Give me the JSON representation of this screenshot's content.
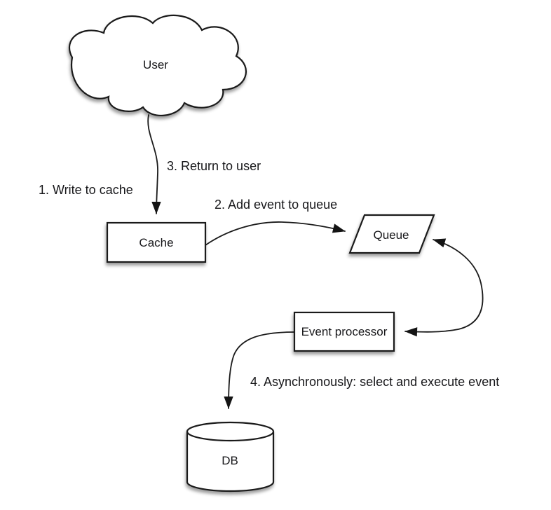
{
  "diagram": {
    "background": "#ffffff",
    "stroke_color": "#1a1a1a",
    "text_color": "#17171a",
    "fill_color": "#ffffff",
    "nodes": {
      "user": {
        "label": "User",
        "shape": "cloud"
      },
      "cache": {
        "label": "Cache",
        "shape": "rectangle"
      },
      "queue": {
        "label": "Queue",
        "shape": "parallelogram"
      },
      "event_processor": {
        "label": "Event processor",
        "shape": "rectangle"
      },
      "db": {
        "label": "DB",
        "shape": "cylinder"
      }
    },
    "edges": {
      "write_to_cache": {
        "label": "1. Write to cache",
        "from": "user",
        "to": "cache",
        "arrow": "single"
      },
      "add_event_to_queue": {
        "label": "2. Add event to queue",
        "from": "cache",
        "to": "queue",
        "arrow": "single"
      },
      "return_to_user": {
        "label": "3. Return to user",
        "from": "cache",
        "to": "user",
        "arrow": "single"
      },
      "queue_event_processor": {
        "label": "",
        "from": "queue",
        "to": "event_processor",
        "arrow": "double"
      },
      "async_select_execute": {
        "label": "4. Asynchronously: select and execute event",
        "from": "event_processor",
        "to": "db",
        "arrow": "single"
      }
    }
  }
}
